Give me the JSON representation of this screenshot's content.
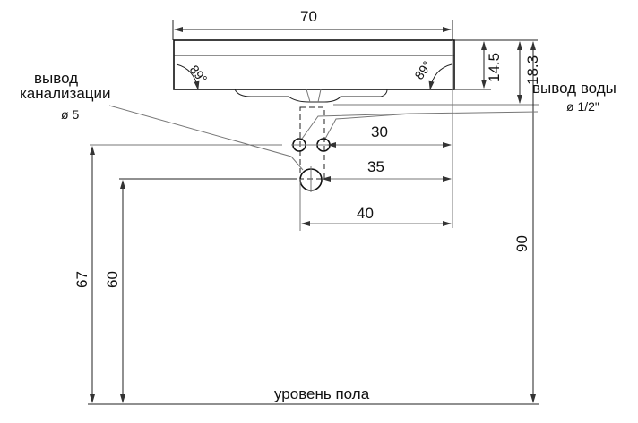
{
  "dimensions": {
    "width": "70",
    "rim_height": "14.5",
    "outlet_height": "18.3",
    "total_height": "90",
    "water_offset": "30",
    "drain_offset": "35",
    "bottom_offset": "40",
    "water_from_floor": "67",
    "drain_from_floor": "60",
    "angle_left": "89°",
    "angle_right": "89°"
  },
  "labels": {
    "drain_title_1": "вывод",
    "drain_title_2": "канализации",
    "drain_diameter": "ø 5",
    "water_title": "вывод воды",
    "water_diameter": "ø 1/2\"",
    "floor": "уровень пола"
  }
}
